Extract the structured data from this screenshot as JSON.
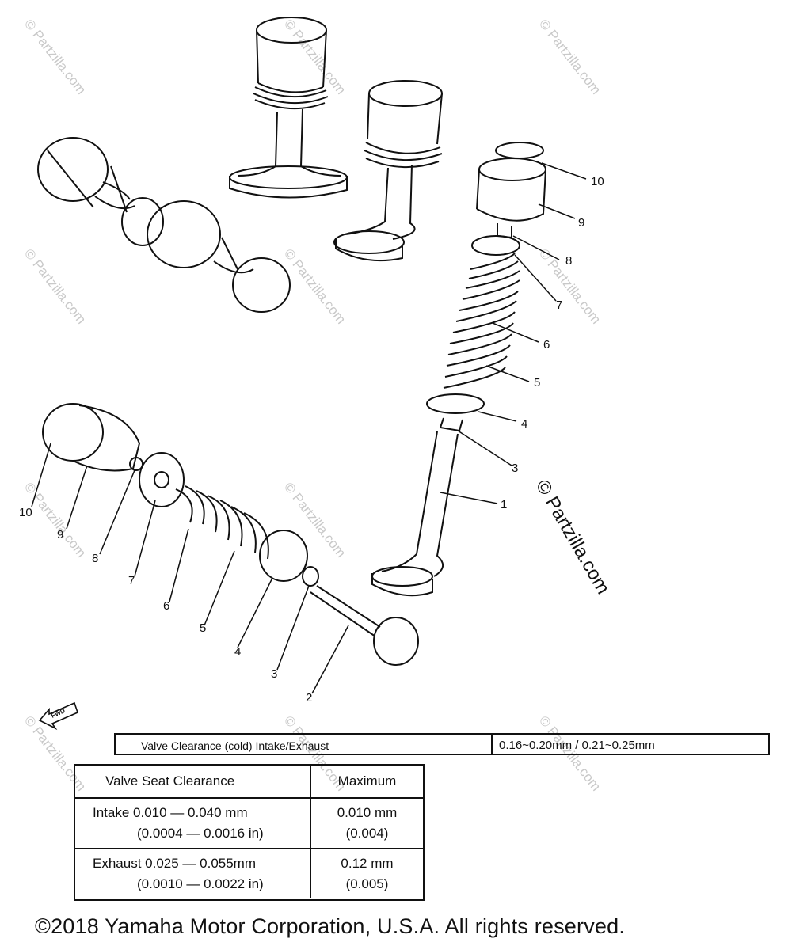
{
  "callouts_exploded": [
    "10",
    "9",
    "8",
    "7",
    "6",
    "5",
    "4",
    "3",
    "1"
  ],
  "callouts_lower": [
    "10",
    "9",
    "8",
    "7",
    "6",
    "5",
    "4",
    "3",
    "2"
  ],
  "fwd_arrow_label": "FWD",
  "watermark_text": "© Partzilla.com",
  "valve_clearance": {
    "label": "Valve Clearance (cold) Intake/Exhaust",
    "value": "0.16~0.20mm / 0.21~0.25mm"
  },
  "seat_table": {
    "header_left": "Valve Seat Clearance",
    "header_right": "Maximum",
    "rows": [
      {
        "line1": "Intake  0.010 — 0.040 mm",
        "line2": "(0.0004 — 0.0016 in)",
        "max1": "0.010 mm",
        "max2": "(0.004)"
      },
      {
        "line1": "Exhaust 0.025 — 0.055mm",
        "line2": "(0.0010 — 0.0022 in)",
        "max1": "0.12 mm",
        "max2": "(0.005)"
      }
    ]
  },
  "copyright": "©2018  Yamaha Motor Corporation, U.S.A. All rights reserved."
}
